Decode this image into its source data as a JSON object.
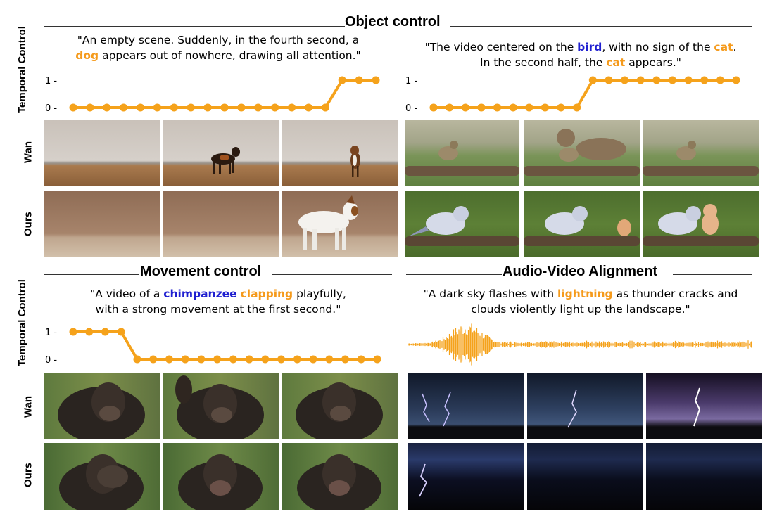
{
  "sections": {
    "object_control": "Object control",
    "movement_control": "Movement control",
    "audio_video": "Audio-Video Alignment"
  },
  "row_labels": {
    "temporal_control": "Temporal Control",
    "wan": "Wan",
    "ours": "Ours"
  },
  "prompts": {
    "dog": {
      "line1": "\"An empty scene. Suddenly, in the fourth second, a",
      "kw": "dog",
      "line2_rest": " appears out of nowhere, drawing all attention.\""
    },
    "bird_cat": {
      "pre": "\"The video centered on the ",
      "kw1": "bird",
      "mid": ", with no sign of the ",
      "kw2": "cat",
      "end1": ".",
      "line2_pre": "In the second half, the ",
      "kw3": "cat",
      "line2_end": " appears.\""
    },
    "chimp": {
      "pre": "\"A video of a ",
      "kw1": "chimpanzee",
      "sp": " ",
      "kw2": "clapping",
      "end1": " playfully,",
      "line2": "with a strong movement at the first second.\""
    },
    "lightning": {
      "pre": "\"A dark sky flashes with ",
      "kw": "lightning",
      "end1": " as thunder cracks and",
      "line2": "clouds violently light up the landscape.\""
    }
  },
  "chart_data": [
    {
      "type": "line",
      "name": "dog temporal control",
      "ylabel": "Temporal Control",
      "y_ticks": [
        "1",
        "0"
      ],
      "ylim": [
        0,
        1
      ],
      "x": [
        1,
        2,
        3,
        4,
        5,
        6,
        7,
        8,
        9,
        10,
        11,
        12,
        13,
        14,
        15,
        16,
        17,
        18,
        19
      ],
      "values": [
        0,
        0,
        0,
        0,
        0,
        0,
        0,
        0,
        0,
        0,
        0,
        0,
        0,
        0,
        0,
        0,
        1,
        1,
        1
      ],
      "color": "#f5a21b"
    },
    {
      "type": "line",
      "name": "bird/cat temporal control",
      "y_ticks": [
        "1",
        "0"
      ],
      "ylim": [
        0,
        1
      ],
      "x": [
        1,
        2,
        3,
        4,
        5,
        6,
        7,
        8,
        9,
        10,
        11,
        12,
        13,
        14,
        15,
        16,
        17,
        18,
        19,
        20
      ],
      "values": [
        0,
        0,
        0,
        0,
        0,
        0,
        0,
        0,
        0,
        0,
        1,
        1,
        1,
        1,
        1,
        1,
        1,
        1,
        1,
        1
      ],
      "color": "#f5a21b"
    },
    {
      "type": "line",
      "name": "chimpanzee temporal control",
      "ylabel": "Temporal Control",
      "y_ticks": [
        "1",
        "0"
      ],
      "ylim": [
        0,
        1
      ],
      "x": [
        1,
        2,
        3,
        4,
        5,
        6,
        7,
        8,
        9,
        10,
        11,
        12,
        13,
        14,
        15,
        16,
        17,
        18,
        19,
        20
      ],
      "values": [
        1,
        1,
        1,
        1,
        0,
        0,
        0,
        0,
        0,
        0,
        0,
        0,
        0,
        0,
        0,
        0,
        0,
        0,
        0,
        0
      ],
      "color": "#f5a21b"
    }
  ],
  "colors": {
    "accent_orange": "#f5a21b",
    "keyword_blue": "#1f1fd0"
  }
}
